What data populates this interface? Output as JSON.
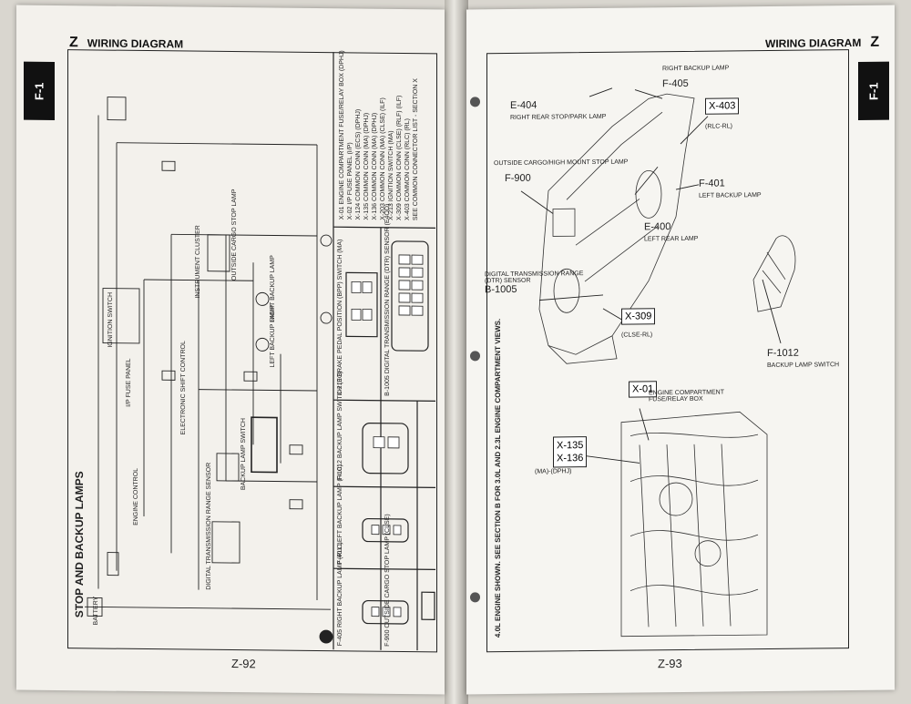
{
  "left_page": {
    "tab": "F-1",
    "header_letter": "Z",
    "header_title": "WIRING DIAGRAM",
    "section_title": "STOP AND BACKUP LAMPS",
    "page_number": "Z-92",
    "legend_lines": [
      "X-01   ENGINE COMPARTMENT FUSE/RELAY BOX (DPHJ)",
      "X-02   I/P FUSE PANEL (I/P)",
      "X-124  COMMON CONN (ECS) (DPHJ)",
      "X-135  COMMON CONN (MA) (DPHJ)",
      "X-136  COMMON CONN (MA) (DPHJ)",
      "X-203  COMMON CONN (MA) (CLSE) (ILF)",
      "X-213  IGNITION SWITCH (MA)",
      "X-309  COMMON CONN (CLSE) (RLF) (ILF)",
      "X-403  COMMON CONN (RLC) (RL)",
      "SEE COMMON CONNECTOR LIST - SECTION X"
    ],
    "connectors": [
      "X-210  BRAKE PEDAL POSITION (BPP) SWITCH (MA)",
      "B-1005  DIGITAL TRANSMISSION RANGE (DTR) SENSOR (E4OD)",
      "F-1012  BACKUP LAMP SWITCH (EC)",
      "F-401  LEFT BACKUP LAMP (RLC)",
      "F-405  RIGHT BACKUP LAMP (RLC)",
      "F-900  OUTSIDE CARGO STOP LAMP (CLSE)"
    ],
    "diagram_labels": [
      "BATTERY",
      "IGNITION SWITCH",
      "I/P FUSE PANEL",
      "INSTRUMENT CLUSTER",
      "DIGITAL TRANSMISSION RANGE SENSOR",
      "BACKUP LAMP SWITCH",
      "LEFT BACKUP LAMP",
      "RIGHT BACKUP LAMP",
      "OUTSIDE CARGO STOP LAMP",
      "ENGINE CONTROL",
      "ELECTRONIC SHIFT CONTROL"
    ]
  },
  "right_page": {
    "tab": "F-1",
    "header_letter": "Z",
    "header_title": "WIRING DIAGRAM",
    "page_number": "Z-93",
    "callouts": [
      {
        "code": "X-403",
        "note": "(RLC-RL)"
      },
      {
        "code": "X-309",
        "note": "(CLSE-RL)"
      },
      {
        "code": "X-01",
        "note": "ENGINE COMPARTMENT FUSE/RELAY BOX"
      },
      {
        "code": "X-135",
        "note": "(MA)-(DPHJ)"
      },
      {
        "code": "X-136",
        "note": ""
      }
    ],
    "part_labels": [
      {
        "code": "E-404",
        "desc": "RIGHT REAR STOP/PARK LAMP"
      },
      {
        "code": "F-405",
        "desc": "RIGHT BACKUP LAMP"
      },
      {
        "code": "F-900",
        "desc": "OUTSIDE CARGO/HIGH MOUNT STOP LAMP"
      },
      {
        "code": "F-401",
        "desc": "LEFT BACKUP LAMP"
      },
      {
        "code": "E-400",
        "desc": "LEFT REAR LAMP"
      },
      {
        "code": "B-1005",
        "desc": "DIGITAL TRANSMISSION RANGE (DTR) SENSOR"
      },
      {
        "code": "F-1012",
        "desc": "BACKUP LAMP SWITCH"
      }
    ],
    "engine_note": "4.0L ENGINE SHOWN. SEE SECTION B FOR 3.0L AND 2.3L ENGINE COMPARTMENT VIEWS."
  }
}
